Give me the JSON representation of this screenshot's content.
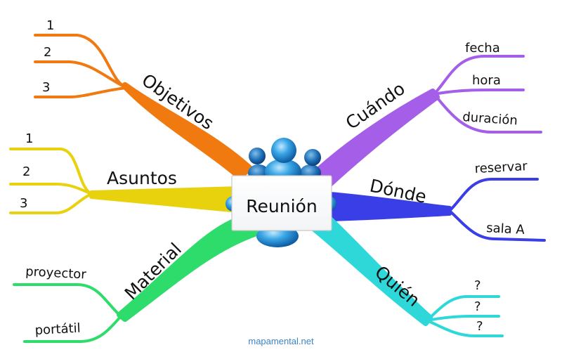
{
  "center": {
    "label": "Reunión",
    "icon": "meeting-people-icon"
  },
  "branches": {
    "objetivos": {
      "label": "Objetivos",
      "color": "#f07a10",
      "subs": [
        "1",
        "2",
        "3"
      ]
    },
    "asuntos": {
      "label": "Asuntos",
      "color": "#e8d20e",
      "subs": [
        "1",
        "2",
        "3"
      ]
    },
    "material": {
      "label": "Material",
      "color": "#2ddc6a",
      "subs": [
        "proyector",
        "portátil"
      ]
    },
    "cuando": {
      "label": "Cuándo",
      "color": "#a45ee8",
      "subs": [
        "fecha",
        "hora",
        "duración"
      ]
    },
    "donde": {
      "label": "Dónde",
      "color": "#3a3ee6",
      "subs": [
        "reservar",
        "sala A"
      ]
    },
    "quien": {
      "label": "Quién",
      "color": "#2ed8d8",
      "subs": [
        "?",
        "?",
        "?"
      ]
    }
  },
  "credit": "mapamental.net"
}
